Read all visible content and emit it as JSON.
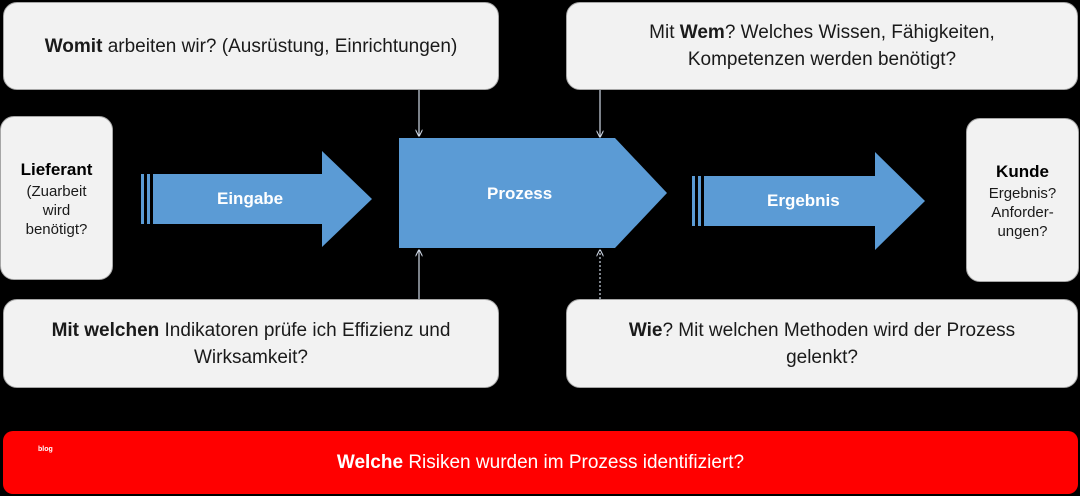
{
  "top_left": {
    "bold": "Womit",
    "text": " arbeiten wir? (Ausrüstung, Einrichtungen)"
  },
  "top_right": {
    "line1_prefix": "Mit ",
    "line1_bold": "Wem",
    "line1_rest": "? Welches Wissen, Fähigkeiten,",
    "line2": "Kompetenzen werden benötigt?"
  },
  "bottom_left": {
    "bold": "Mit welchen",
    "line1_rest": " Indikatoren prüfe ich Effizienz und",
    "line2": "Wirksamkeit?"
  },
  "bottom_right": {
    "bold": "Wie",
    "line1_rest": "? Mit welchen Methoden wird der Prozess",
    "line2": "gelenkt?"
  },
  "lieferant": {
    "title": "Lieferant",
    "line1": "(Zuarbeit",
    "line2": "wird",
    "line3": "benötigt?"
  },
  "kunde": {
    "title": "Kunde",
    "line1": "Ergebnis?",
    "line2": "Anforder-",
    "line3": "ungen?"
  },
  "shapes": {
    "input": "Eingabe",
    "process": "Prozess",
    "output": "Ergebnis"
  },
  "risk": {
    "bold": "Welche",
    "rest": " Risiken wurden im Prozess identifiziert?"
  },
  "blog": "blog",
  "colors": {
    "shape_fill": "#5b9bd5",
    "risk_bar": "#ff0000",
    "box_fill": "#f2f2f2"
  }
}
